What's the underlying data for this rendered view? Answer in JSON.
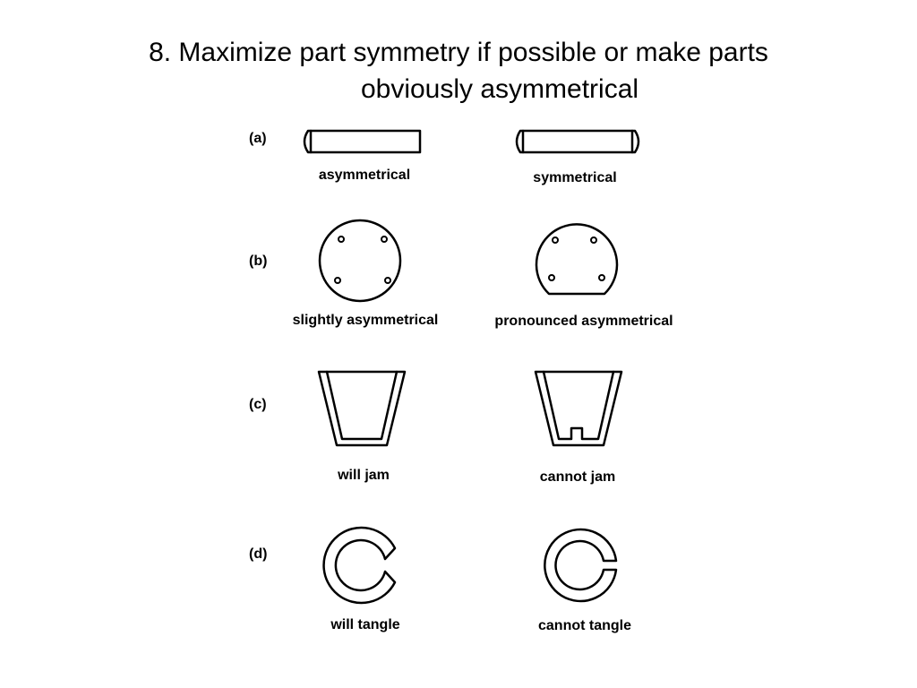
{
  "title": {
    "line1": "8. Maximize part symmetry if possible or make parts",
    "line2": "obviously asymmetrical"
  },
  "rows": [
    {
      "label": "(a)",
      "left_caption": "asymmetrical",
      "right_caption": "symmetrical"
    },
    {
      "label": "(b)",
      "left_caption": "slightly asymmetrical",
      "right_caption": "pronounced asymmetrical"
    },
    {
      "label": "(c)",
      "left_caption": "will jam",
      "right_caption": "cannot jam"
    },
    {
      "label": "(d)",
      "left_caption": "will tangle",
      "right_caption": "cannot tangle"
    }
  ]
}
